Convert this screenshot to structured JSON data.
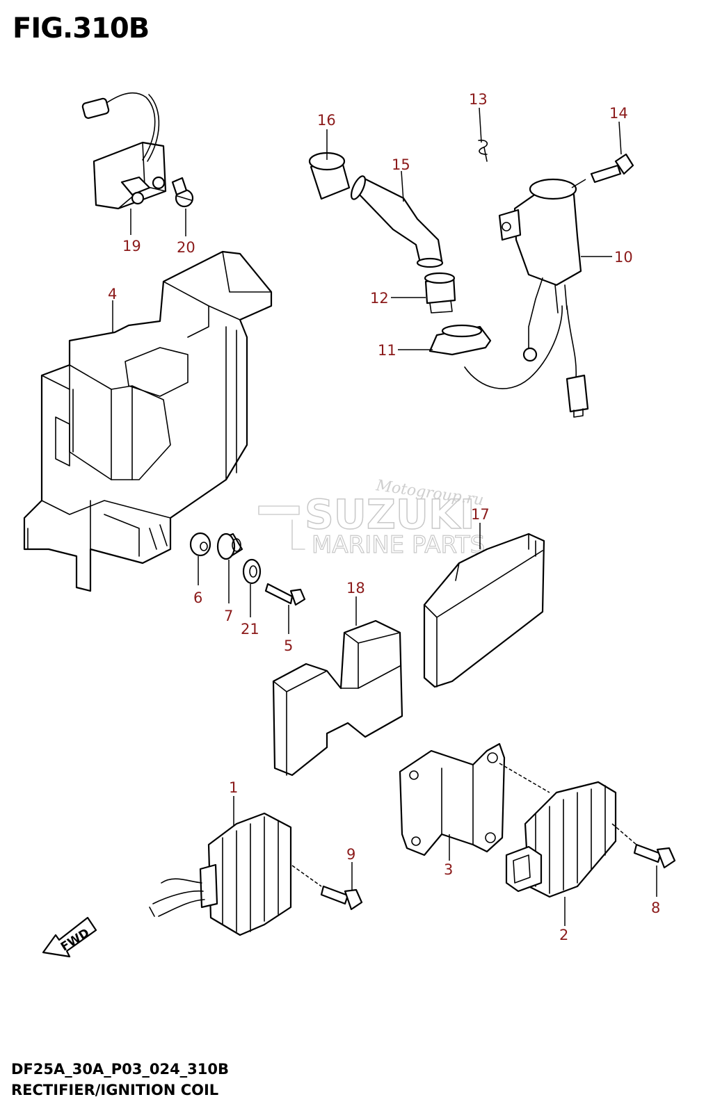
{
  "figure": {
    "title": "FIG.310B",
    "model_code": "DF25A_30A_P03_024_310B",
    "name": "RECTIFIER/IGNITION COIL"
  },
  "watermark": {
    "brand": "SUZUKI",
    "subtitle": "MARINE PARTS",
    "site": "Motogroup.ru"
  },
  "callouts": [
    "1",
    "2",
    "3",
    "4",
    "5",
    "6",
    "7",
    "8",
    "9",
    "10",
    "11",
    "12",
    "13",
    "14",
    "15",
    "16",
    "17",
    "18",
    "19",
    "20",
    "21"
  ],
  "fwd_label": "FWD",
  "colors": {
    "callout_text": "#8b1a1a",
    "line": "#000000",
    "watermark": "#c8c8c8"
  }
}
